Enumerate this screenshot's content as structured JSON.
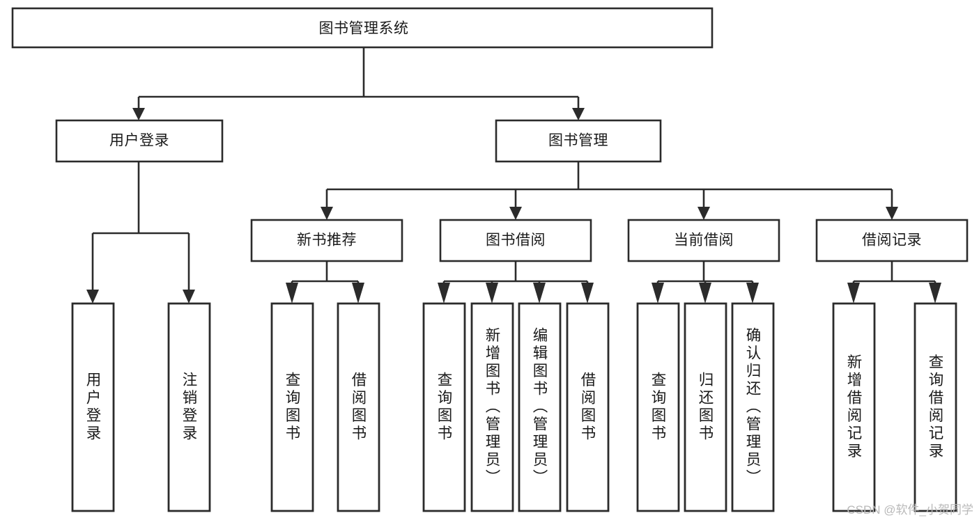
{
  "diagram": {
    "title_text": "图书管理系统",
    "watermark": "CSDN @软件_小贺同学",
    "colors": {
      "background": "#ffffff",
      "stroke": "#2b2b2b",
      "text": "#1a1a1a",
      "watermark": "#b9b9b9"
    }
  },
  "chart_data": {
    "type": "diagram",
    "title": "图书管理系统",
    "orientation": "top-down tree",
    "levels": 3,
    "nodes": [
      {
        "id": "root",
        "label": "图书管理系统",
        "level": 0,
        "orientation": "horizontal"
      },
      {
        "id": "login",
        "label": "用户登录",
        "level": 1,
        "orientation": "horizontal"
      },
      {
        "id": "bookmgmt",
        "label": "图书管理",
        "level": 1,
        "orientation": "horizontal"
      },
      {
        "id": "newbook",
        "label": "新书推荐",
        "level": 2,
        "orientation": "horizontal"
      },
      {
        "id": "borrow",
        "label": "图书借阅",
        "level": 2,
        "orientation": "horizontal"
      },
      {
        "id": "current",
        "label": "当前借阅",
        "level": 2,
        "orientation": "horizontal"
      },
      {
        "id": "record",
        "label": "借阅记录",
        "level": 2,
        "orientation": "horizontal"
      },
      {
        "id": "l1",
        "label": "用户登录",
        "level": 3,
        "orientation": "vertical"
      },
      {
        "id": "l2",
        "label": "注销登录",
        "level": 3,
        "orientation": "vertical"
      },
      {
        "id": "l3",
        "label": "查询图书",
        "level": 3,
        "orientation": "vertical"
      },
      {
        "id": "l4",
        "label": "借阅图书",
        "level": 3,
        "orientation": "vertical"
      },
      {
        "id": "l5",
        "label": "查询图书",
        "level": 3,
        "orientation": "vertical"
      },
      {
        "id": "l6",
        "label": "新增图书（管理员）",
        "level": 3,
        "orientation": "vertical"
      },
      {
        "id": "l7",
        "label": "编辑图书（管理员）",
        "level": 3,
        "orientation": "vertical"
      },
      {
        "id": "l8",
        "label": "借阅图书",
        "level": 3,
        "orientation": "vertical"
      },
      {
        "id": "l9",
        "label": "查询图书",
        "level": 3,
        "orientation": "vertical"
      },
      {
        "id": "l10",
        "label": "归还图书",
        "level": 3,
        "orientation": "vertical"
      },
      {
        "id": "l11",
        "label": "确认归还（管理员）",
        "level": 3,
        "orientation": "vertical"
      },
      {
        "id": "l12",
        "label": "新增借阅记录",
        "level": 3,
        "orientation": "vertical"
      },
      {
        "id": "l13",
        "label": "查询借阅记录",
        "level": 3,
        "orientation": "vertical"
      }
    ],
    "edges": [
      {
        "from": "root",
        "to": "login"
      },
      {
        "from": "root",
        "to": "bookmgmt"
      },
      {
        "from": "login",
        "to": "l1"
      },
      {
        "from": "login",
        "to": "l2"
      },
      {
        "from": "bookmgmt",
        "to": "newbook"
      },
      {
        "from": "bookmgmt",
        "to": "borrow"
      },
      {
        "from": "bookmgmt",
        "to": "current"
      },
      {
        "from": "bookmgmt",
        "to": "record"
      },
      {
        "from": "newbook",
        "to": "l3"
      },
      {
        "from": "newbook",
        "to": "l4"
      },
      {
        "from": "borrow",
        "to": "l5"
      },
      {
        "from": "borrow",
        "to": "l6"
      },
      {
        "from": "borrow",
        "to": "l7"
      },
      {
        "from": "borrow",
        "to": "l8"
      },
      {
        "from": "current",
        "to": "l9"
      },
      {
        "from": "current",
        "to": "l10"
      },
      {
        "from": "current",
        "to": "l11"
      },
      {
        "from": "record",
        "to": "l12"
      },
      {
        "from": "record",
        "to": "l13"
      }
    ]
  },
  "labels": {
    "root": "图书管理系统",
    "login": "用户登录",
    "bookmgmt": "图书管理",
    "newbook": "新书推荐",
    "borrow": "图书借阅",
    "current": "当前借阅",
    "record": "借阅记录",
    "l1": "用户登录",
    "l2": "注销登录",
    "l3": "查询图书",
    "l4": "借阅图书",
    "l5": "查询图书",
    "l6": "新增图书（管理员）",
    "l7": "编辑图书（管理员）",
    "l8": "借阅图书",
    "l9": "查询图书",
    "l10": "归还图书",
    "l11": "确认归还（管理员）",
    "l12": "新增借阅记录",
    "l13": "查询借阅记录"
  }
}
